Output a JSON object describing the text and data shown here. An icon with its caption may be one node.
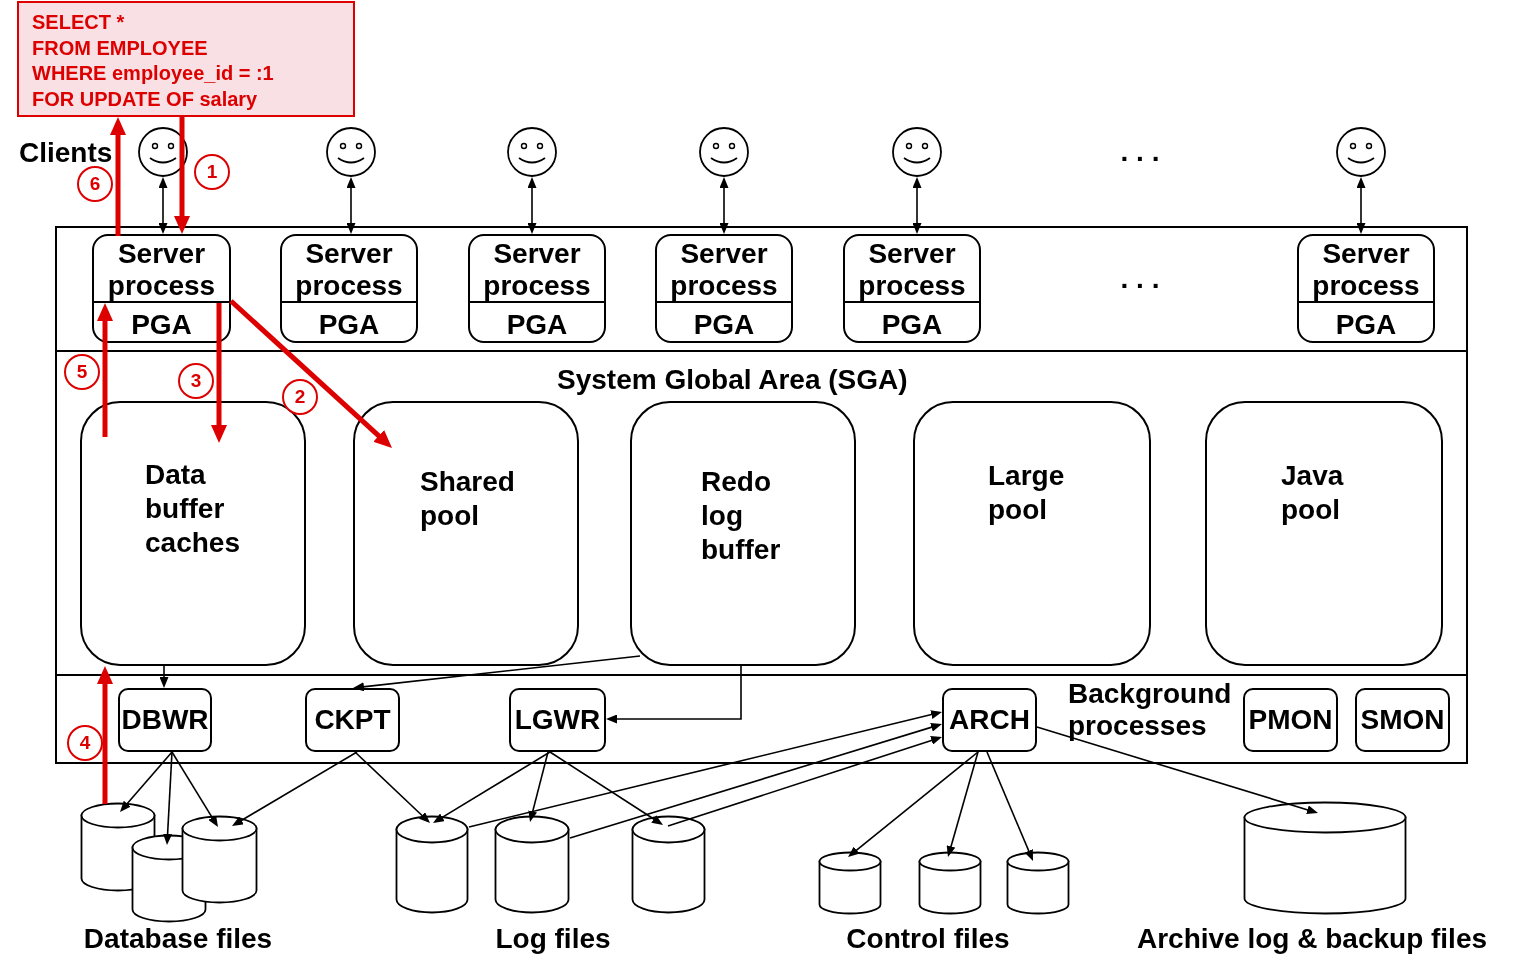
{
  "diagram": {
    "nodes": [
      {
        "text": [
          "SELECT *",
          "FROM EMPLOYEE",
          "WHERE employee_id = :1",
          "FOR UPDATE OF salary"
        ]
      },
      {
        "text": [],
        "shape": "person"
      },
      {
        "text": [],
        "shape": "person"
      },
      {
        "text": [],
        "shape": "person"
      },
      {
        "text": [],
        "shape": "person"
      },
      {
        "text": [],
        "shape": "person"
      },
      {
        "text": [],
        "shape": "person"
      },
      {
        "text": [],
        "shape": "box"
      },
      {
        "text": [
          "Server process",
          "PGA"
        ],
        "in": 7
      },
      {
        "text": [
          "Server process",
          "PGA"
        ],
        "in": 7
      },
      {
        "text": [
          "Server process",
          "PGA"
        ],
        "in": 7
      },
      {
        "text": [
          "Server process",
          "PGA"
        ],
        "in": 7
      },
      {
        "text": [
          "Server process",
          "PGA"
        ],
        "in": 7
      },
      {
        "text": [
          "Server process",
          "PGA"
        ],
        "in": 7
      },
      {
        "text": [
          "System Global Area (SGA)"
        ]
      },
      {
        "text": [
          "Data buffer caches"
        ],
        "in": 14
      },
      {
        "text": [
          "Shared pool"
        ],
        "in": 14
      },
      {
        "text": [
          "Redo log buffer"
        ],
        "in": 14
      },
      {
        "text": [
          "Large pool"
        ],
        "in": 14
      },
      {
        "text": [
          "Java pool"
        ],
        "in": 14
      },
      {
        "text": [
          "Background processes"
        ]
      },
      {
        "text": [
          "DBWR"
        ],
        "in": 20
      },
      {
        "text": [
          "CKPT"
        ],
        "in": 20
      },
      {
        "text": [
          "LGWR"
        ],
        "in": 20
      },
      {
        "text": [
          "ARCH"
        ],
        "in": 20
      },
      {
        "text": [
          "PMON"
        ],
        "in": 20
      },
      {
        "text": [
          "SMON"
        ],
        "in": 20
      },
      {
        "text": [],
        "shape": "cylinder"
      },
      {
        "text": [],
        "shape": "cylinder"
      },
      {
        "text": [],
        "shape": "cylinder"
      },
      {
        "text": [],
        "shape": "cylinder"
      },
      {
        "text": [],
        "shape": "cylinder"
      },
      {
        "text": [],
        "shape": "cylinder"
      },
      {
        "text": [],
        "shape": "cylinder"
      },
      {
        "text": [],
        "shape": "cylinder"
      },
      {
        "text": [],
        "shape": "cylinder"
      },
      {
        "text": [],
        "shape": "cylinder"
      }
    ],
    "edges": [
      {
        "from": 0,
        "to": 8,
        "arrow": "to",
        "label": "1",
        "style": "thick",
        "color": "#dd0000"
      },
      {
        "from": 8,
        "to": 16,
        "arrow": "to",
        "label": "2",
        "style": "thick",
        "color": "#dd0000"
      },
      {
        "from": 8,
        "to": 15,
        "arrow": "to",
        "label": "3",
        "style": "thick",
        "color": "#dd0000"
      },
      {
        "from": 27,
        "to": 15,
        "arrow": "to",
        "label": "4",
        "style": "thick",
        "color": "#dd0000"
      },
      {
        "from": 15,
        "to": 8,
        "arrow": "to",
        "label": "5",
        "style": "thick",
        "color": "#dd0000"
      },
      {
        "from": 8,
        "to": 0,
        "arrow": "to",
        "label": "6",
        "style": "thick",
        "color": "#dd0000"
      },
      {
        "from": 1,
        "to": 8,
        "arrow": "both"
      },
      {
        "from": 2,
        "to": 9,
        "arrow": "both"
      },
      {
        "from": 3,
        "to": 10,
        "arrow": "both"
      },
      {
        "from": 4,
        "to": 11,
        "arrow": "both"
      },
      {
        "from": 5,
        "to": 12,
        "arrow": "both"
      },
      {
        "from": 6,
        "to": 13,
        "arrow": "both"
      },
      {
        "from": 15,
        "to": 21,
        "arrow": "to"
      },
      {
        "from": 17,
        "to": 22,
        "arrow": "to"
      },
      {
        "from": 17,
        "to": 23,
        "arrow": "to"
      },
      {
        "from": 21,
        "to": 27,
        "arrow": "to"
      },
      {
        "from": 21,
        "to": 28,
        "arrow": "to"
      },
      {
        "from": 21,
        "to": 29,
        "arrow": "to"
      },
      {
        "from": 22,
        "to": 29,
        "arrow": "to"
      },
      {
        "from": 22,
        "to": 30,
        "arrow": "to"
      },
      {
        "from": 23,
        "to": 30,
        "arrow": "to"
      },
      {
        "from": 23,
        "to": 31,
        "arrow": "to"
      },
      {
        "from": 23,
        "to": 32,
        "arrow": "to"
      },
      {
        "from": 30,
        "to": 24,
        "arrow": "to"
      },
      {
        "from": 31,
        "to": 24,
        "arrow": "to"
      },
      {
        "from": 32,
        "to": 24,
        "arrow": "to"
      },
      {
        "from": 24,
        "to": 33,
        "arrow": "to"
      },
      {
        "from": 24,
        "to": 34,
        "arrow": "to"
      },
      {
        "from": 24,
        "to": 35,
        "arrow": "to"
      },
      {
        "from": 24,
        "to": 36,
        "arrow": "to"
      }
    ],
    "labels": [
      "Clients",
      ". . .",
      ". . .",
      "Database files",
      "Log files",
      "Control files",
      "Archive log & backup files"
    ]
  }
}
